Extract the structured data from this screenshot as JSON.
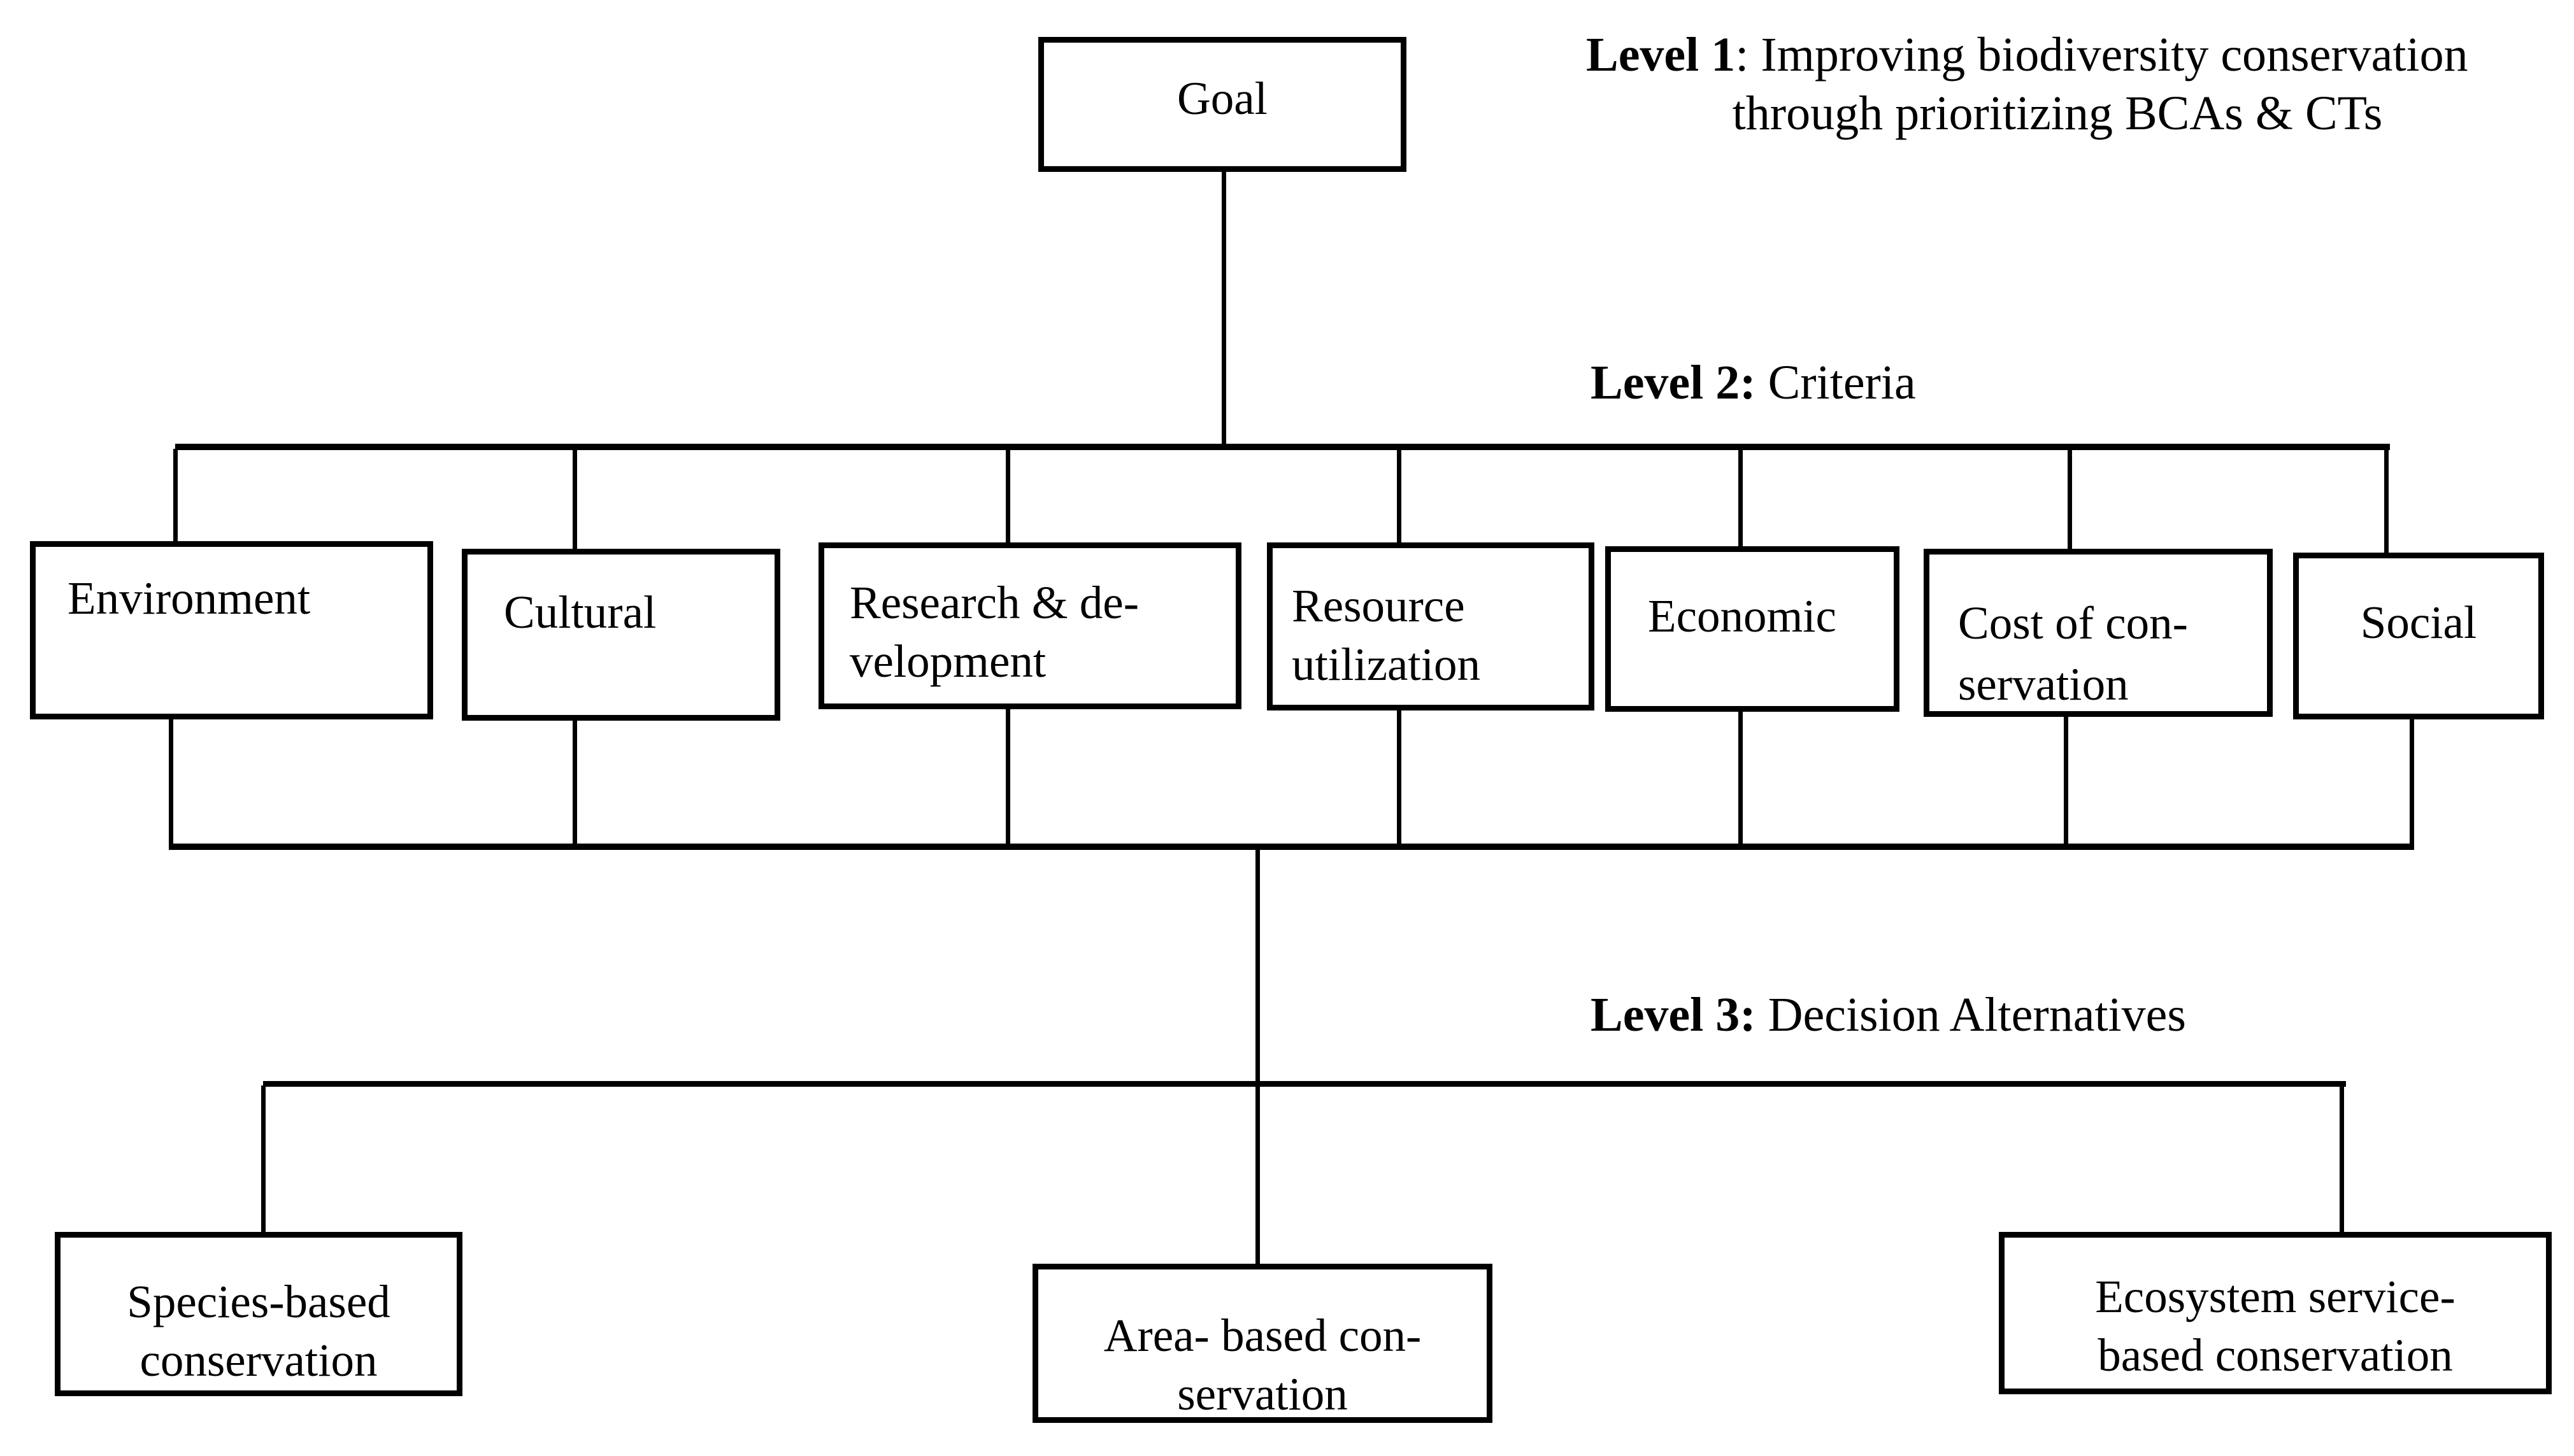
{
  "figure": {
    "goal": {
      "label": "Goal"
    },
    "annotations": {
      "level1": {
        "bold": "Level 1",
        "normal": ": Improving biodiversity conservation",
        "line2": "through prioritizing BCAs & CTs"
      },
      "level2": {
        "bold": "Level 2:",
        "normal": " Criteria"
      },
      "level3": {
        "bold": "Level 3:",
        "normal": " Decision Alternatives"
      }
    },
    "criteria": [
      {
        "id": "environment",
        "lines": [
          "Environment"
        ]
      },
      {
        "id": "cultural",
        "lines": [
          "Cultural"
        ]
      },
      {
        "id": "research-development",
        "lines": [
          "Research & de-",
          "velopment"
        ]
      },
      {
        "id": "resource-utilization",
        "lines": [
          "Resource",
          "utilization"
        ]
      },
      {
        "id": "economic",
        "lines": [
          "Economic"
        ]
      },
      {
        "id": "cost-of-conservation",
        "lines": [
          "Cost of con-",
          "servation"
        ]
      },
      {
        "id": "social",
        "lines": [
          "Social"
        ]
      }
    ],
    "alternatives": [
      {
        "id": "species-based-conservation",
        "lines": [
          "Species-based",
          "conservation"
        ]
      },
      {
        "id": "area-based-conservation",
        "lines": [
          "Area- based con-",
          "servation"
        ]
      },
      {
        "id": "ecosystem-service-based-conservation",
        "lines": [
          "Ecosystem service-",
          "based conservation"
        ]
      }
    ],
    "colors": {
      "line": "#000000",
      "background": "#ffffff",
      "text": "#000000"
    }
  }
}
